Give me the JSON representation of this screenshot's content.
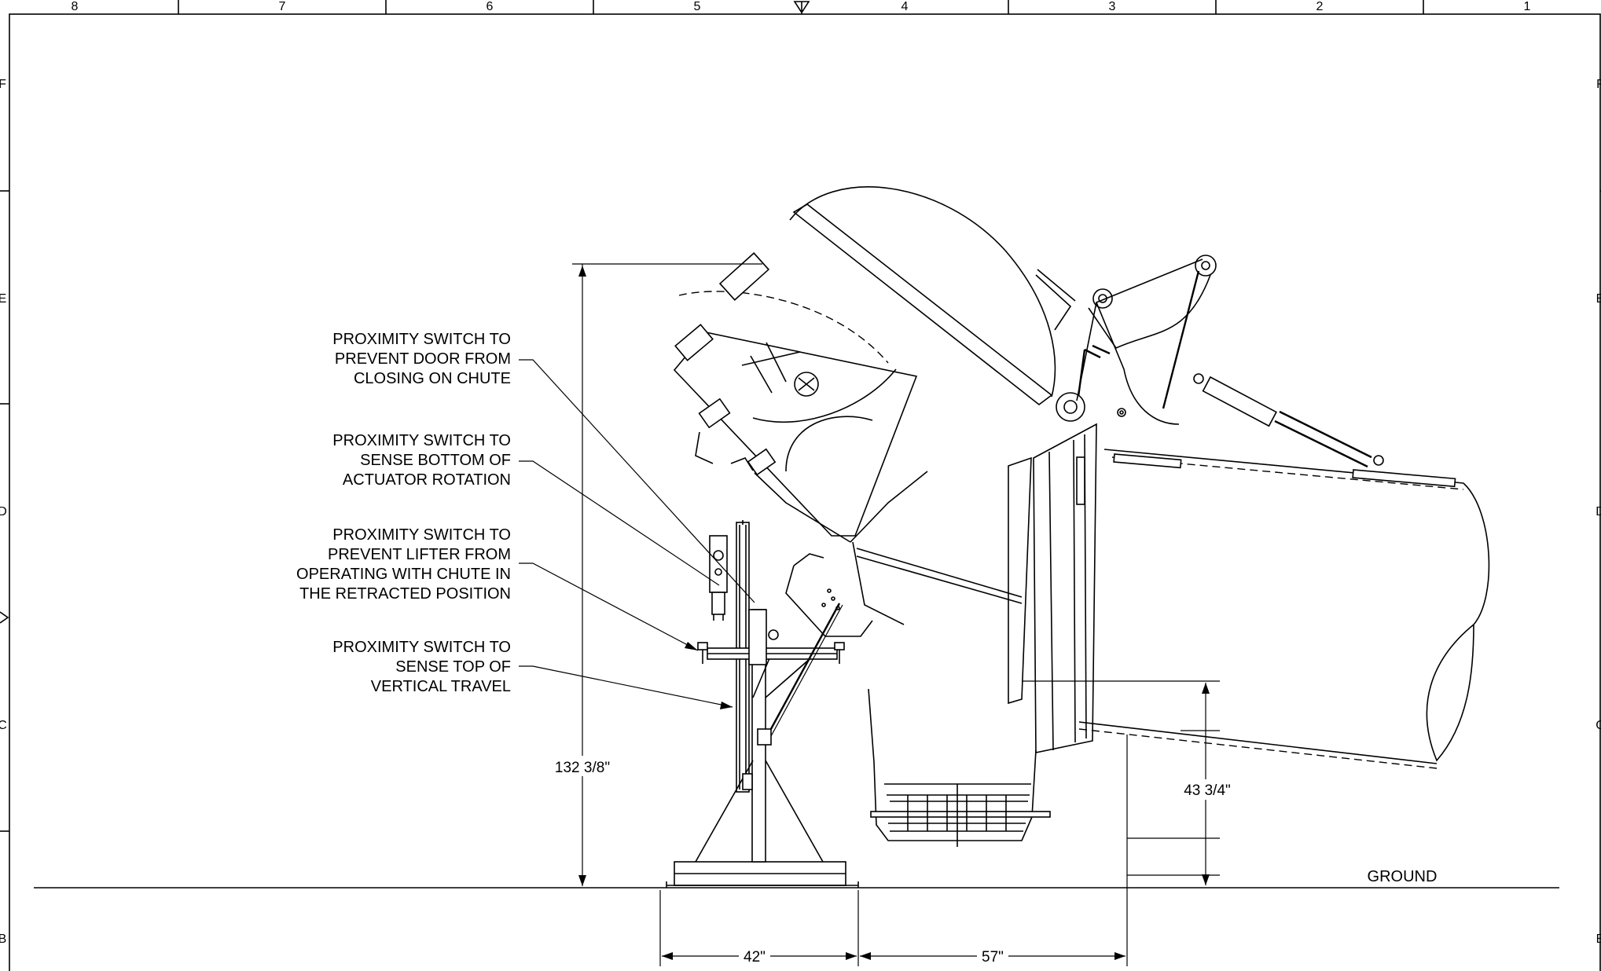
{
  "border": {
    "top_zones": [
      "8",
      "7",
      "6",
      "5",
      "4",
      "3",
      "2",
      "1"
    ],
    "left_zones": [
      "F",
      "E",
      "D",
      "C",
      "B"
    ],
    "right_zones": [
      "F",
      "E",
      "D",
      "C",
      "B"
    ]
  },
  "callouts": [
    {
      "id": "door",
      "lines": [
        "PROXIMITY SWITCH TO",
        "PREVENT DOOR FROM",
        "CLOSING ON CHUTE"
      ]
    },
    {
      "id": "actuator",
      "lines": [
        "PROXIMITY SWITCH TO",
        "SENSE BOTTOM OF",
        "ACTUATOR ROTATION"
      ]
    },
    {
      "id": "lifter",
      "lines": [
        "PROXIMITY SWITCH TO",
        "PREVENT LIFTER FROM",
        "OPERATING WITH CHUTE IN",
        "THE RETRACTED POSITION"
      ]
    },
    {
      "id": "travel",
      "lines": [
        "PROXIMITY SWITCH TO",
        "SENSE TOP OF",
        "VERTICAL TRAVEL"
      ]
    }
  ],
  "dimensions": {
    "overall_height": "132 3/8\"",
    "chute_height": "43 3/4\"",
    "base_width": "42\"",
    "offset": "57\""
  },
  "ground_label": "GROUND"
}
